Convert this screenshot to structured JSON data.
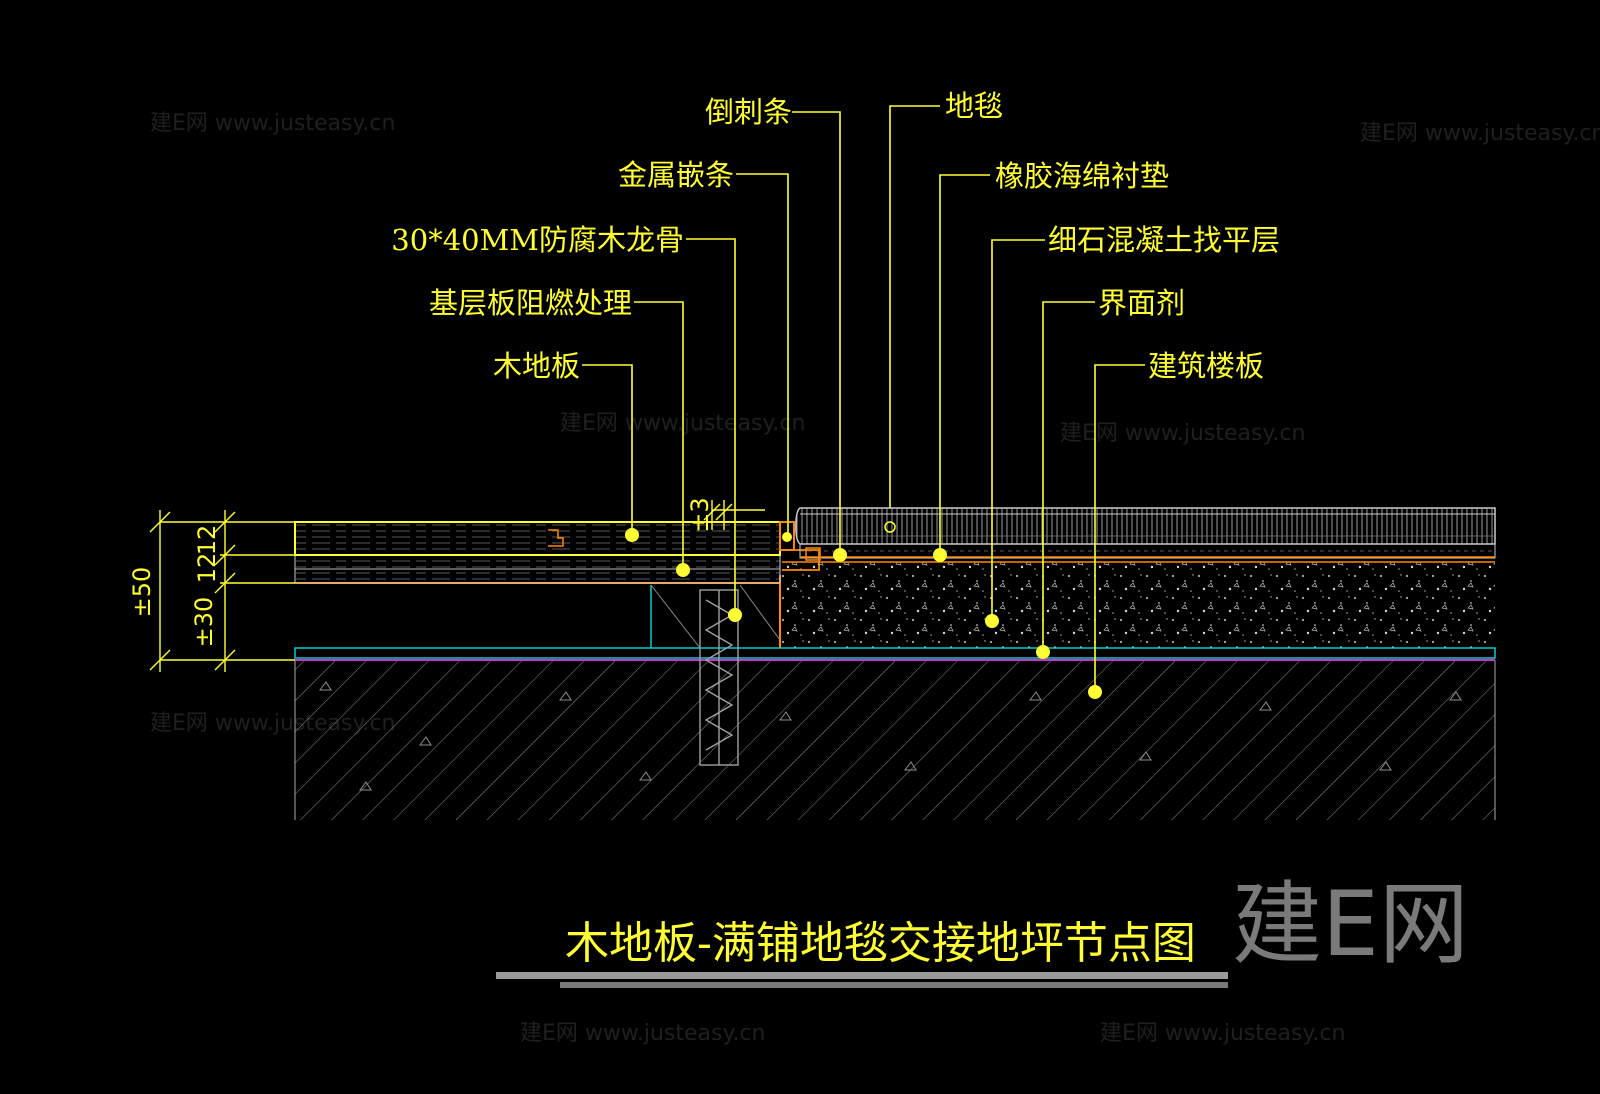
{
  "title": "木地板-满铺地毯交接地坪节点图",
  "logo": "建E网",
  "watermark": "建E网 www.justeasy.cn",
  "colors": {
    "background": "#000000",
    "label": "#ffff33",
    "leader": "#ffff33",
    "wood": "#ffff33",
    "carpet": "#bbbbbb",
    "concrete": "#dddddd",
    "interface": "#00cccc",
    "slab_top": "#cc33cc",
    "orange": "#ff8800",
    "hatch": "#9a9a9a"
  },
  "labels": {
    "barb_strip": "倒刺条",
    "carpet": "地毯",
    "metal_strip": "金属嵌条",
    "rubber_pad": "橡胶海绵衬垫",
    "keel": "30*40MM防腐木龙骨",
    "screed": "细石混凝土找平层",
    "base_board": "基层板阻燃处理",
    "interface_agent": "界面剂",
    "wood_floor": "木地板",
    "slab": "建筑楼板"
  },
  "dimensions": {
    "total": "±50",
    "screed": "±30",
    "board_a": "12",
    "board_b": "12",
    "gap": "±3"
  }
}
